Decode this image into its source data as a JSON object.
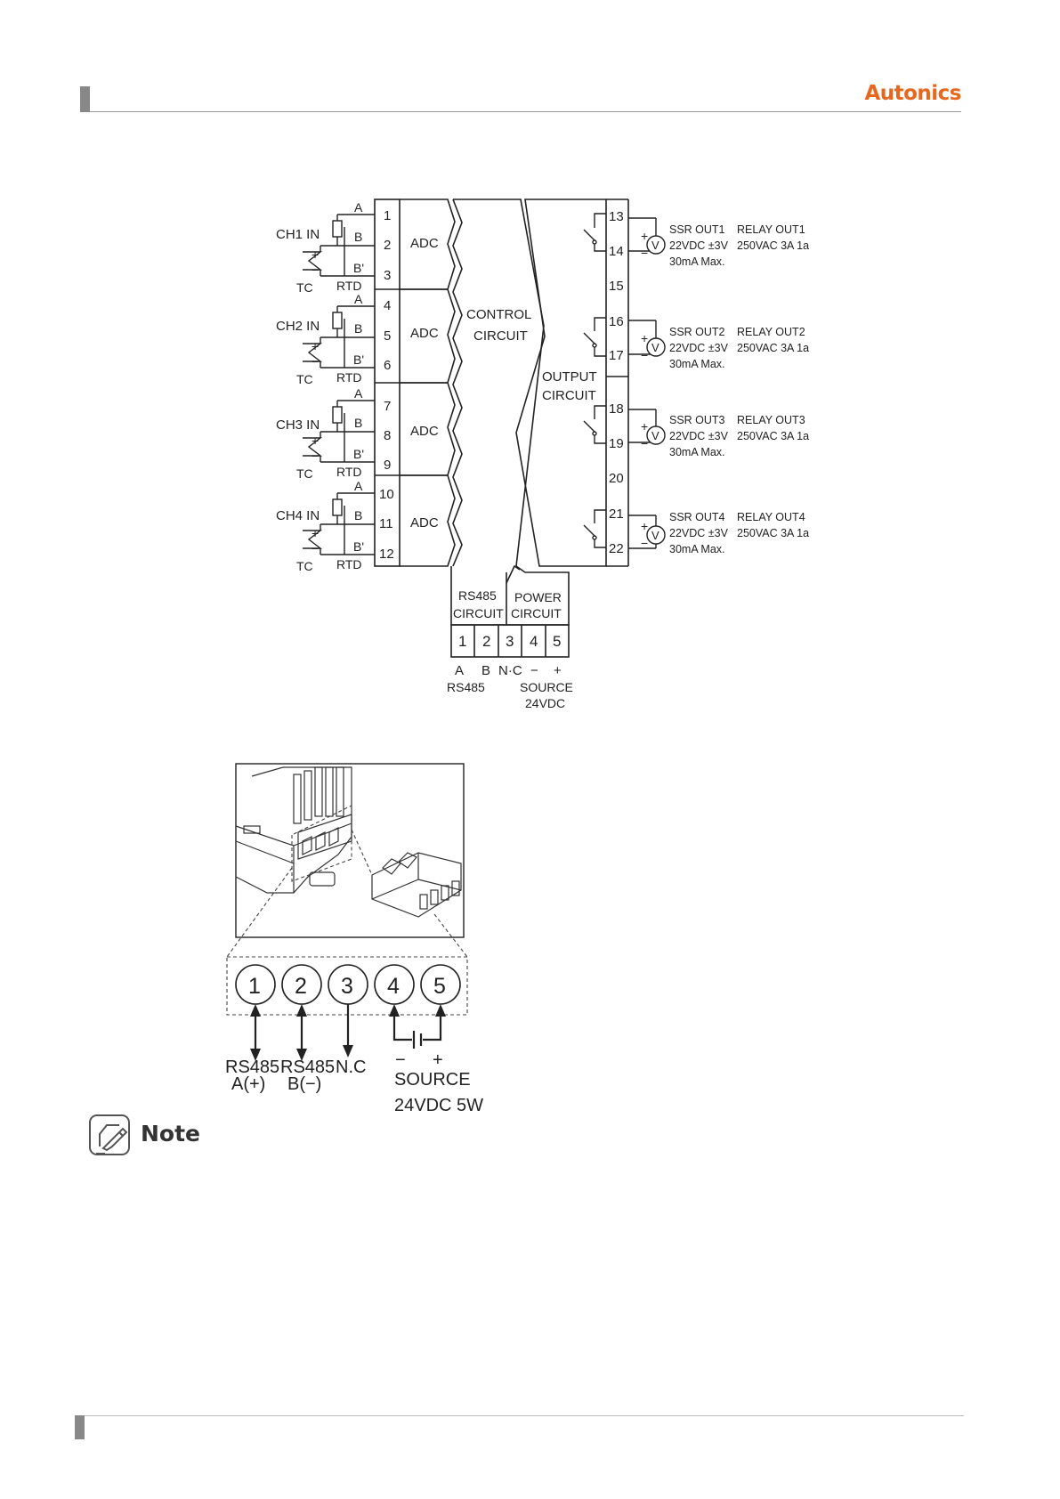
{
  "header": {
    "brand": "Autonics"
  },
  "wiring": {
    "channels": [
      {
        "label": "CH1 IN",
        "adc": "ADC",
        "terminals": [
          "1",
          "2",
          "3"
        ]
      },
      {
        "label": "CH2 IN",
        "adc": "ADC",
        "terminals": [
          "4",
          "5",
          "6"
        ]
      },
      {
        "label": "CH3 IN",
        "adc": "ADC",
        "terminals": [
          "7",
          "8",
          "9"
        ]
      },
      {
        "label": "CH4 IN",
        "adc": "ADC",
        "terminals": [
          "10",
          "11",
          "12"
        ]
      }
    ],
    "sensor_letters": {
      "a": "A",
      "b": "B",
      "bp": "B'",
      "plus": "+",
      "minus": "−",
      "tc": "TC",
      "rtd": "RTD"
    },
    "control_circuit": [
      "CONTROL",
      "CIRCUIT"
    ],
    "output_circuit": [
      "OUTPUT",
      "CIRCUIT"
    ],
    "output_terminals": [
      "13",
      "14",
      "15",
      "16",
      "17",
      "18",
      "19",
      "20",
      "21",
      "22"
    ],
    "outputs": [
      {
        "ssr": "SSR OUT1",
        "ssr_spec": "22VDC ±3V",
        "ssr_max": "30mA Max.",
        "relay": "RELAY OUT1",
        "relay_spec": "250VAC 3A 1a"
      },
      {
        "ssr": "SSR OUT2",
        "ssr_spec": "22VDC ±3V",
        "ssr_max": "30mA Max.",
        "relay": "RELAY OUT2",
        "relay_spec": "250VAC 3A 1a"
      },
      {
        "ssr": "SSR OUT3",
        "ssr_spec": "22VDC ±3V",
        "ssr_max": "30mA Max.",
        "relay": "RELAY OUT3",
        "relay_spec": "250VAC 3A 1a"
      },
      {
        "ssr": "SSR OUT4",
        "ssr_spec": "22VDC ±3V",
        "ssr_max": "30mA Max.",
        "relay": "RELAY OUT4",
        "relay_spec": "250VAC 3A 1a"
      }
    ],
    "v_symbol": "V",
    "rs485_circuit": [
      "RS485",
      "CIRCUIT"
    ],
    "power_circuit": [
      "POWER",
      "CIRCUIT"
    ],
    "bottom_terminals": [
      "1",
      "2",
      "3",
      "4",
      "5"
    ],
    "bottom_signals": [
      "A",
      "B",
      "N·C",
      "−",
      "+"
    ],
    "rs485_label": "RS485",
    "source_label": [
      "SOURCE",
      "24VDC"
    ]
  },
  "connector": {
    "pins": [
      "1",
      "2",
      "3",
      "4",
      "5"
    ],
    "labels": {
      "rs485_a": [
        "RS485",
        "A(+)"
      ],
      "rs485_b": [
        "RS485",
        "B(−)"
      ],
      "nc": "N.C",
      "minus": "−",
      "plus": "+",
      "source": [
        "SOURCE",
        "24VDC 5W"
      ]
    }
  },
  "note": {
    "title": "Note"
  }
}
